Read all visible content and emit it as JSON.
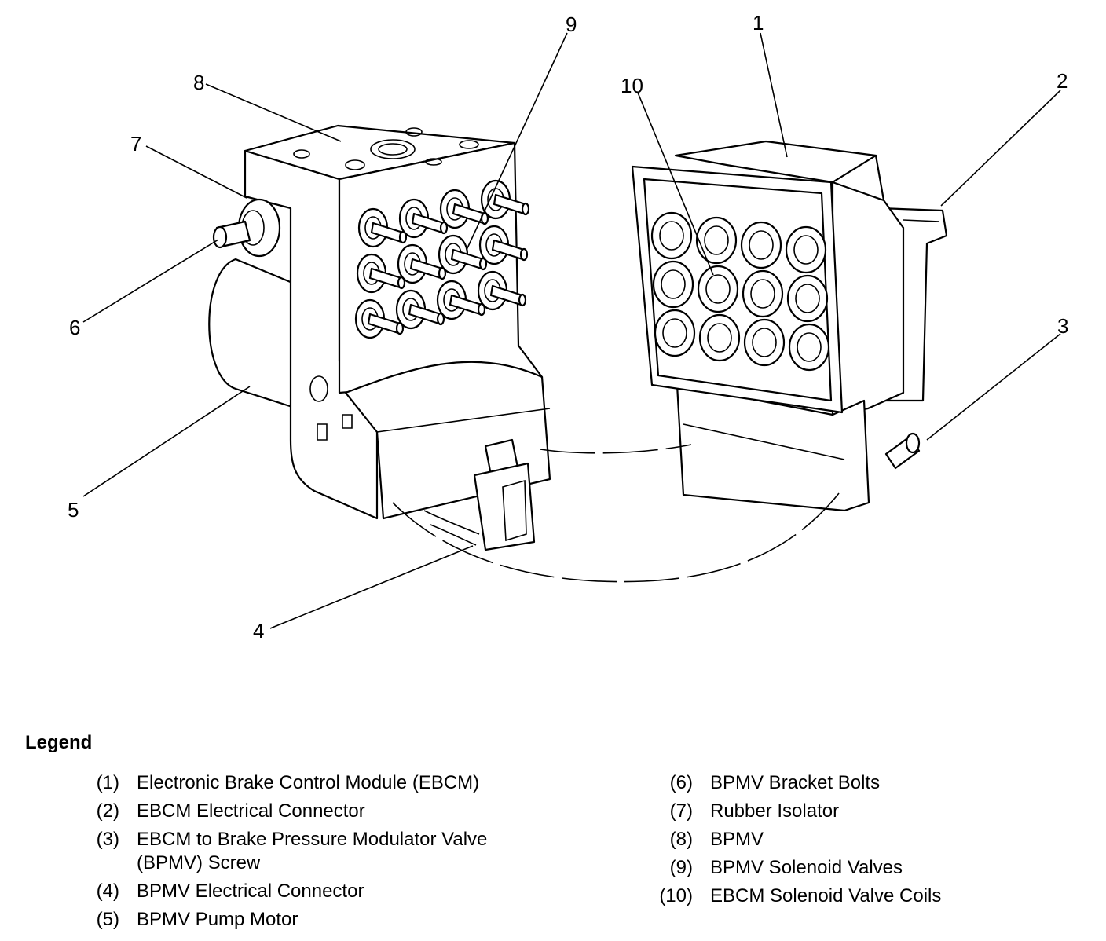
{
  "callouts": {
    "c1": "1",
    "c2": "2",
    "c3": "3",
    "c4": "4",
    "c5": "5",
    "c6": "6",
    "c7": "7",
    "c8": "8",
    "c9": "9",
    "c10": "10"
  },
  "legend": {
    "title": "Legend",
    "items": [
      {
        "num": "(1)",
        "text": "Electronic Brake Control Module (EBCM)"
      },
      {
        "num": "(2)",
        "text": "EBCM Electrical Connector"
      },
      {
        "num": "(3)",
        "text": "EBCM to Brake Pressure Modulator Valve (BPMV) Screw"
      },
      {
        "num": "(4)",
        "text": "BPMV Electrical Connector"
      },
      {
        "num": "(5)",
        "text": "BPMV Pump Motor"
      },
      {
        "num": "(6)",
        "text": "BPMV Bracket Bolts"
      },
      {
        "num": "(7)",
        "text": "Rubber Isolator"
      },
      {
        "num": "(8)",
        "text": "BPMV"
      },
      {
        "num": "(9)",
        "text": "BPMV Solenoid Valves"
      },
      {
        "num": "(10)",
        "text": "EBCM Solenoid Valve Coils"
      }
    ]
  }
}
